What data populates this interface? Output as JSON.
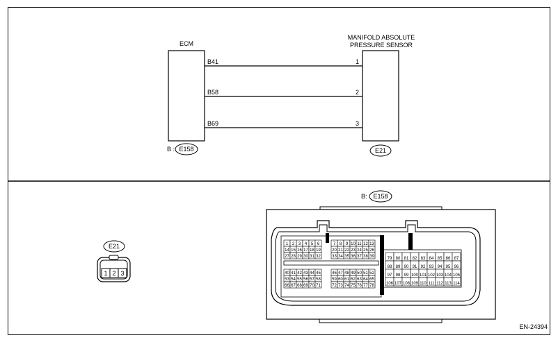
{
  "wiring": {
    "ecm_label": "ECM",
    "sensor_label_line1": "MANIFOLD ABSOLUTE",
    "sensor_label_line2": "PRESSURE SENSOR",
    "wires": [
      {
        "ecm_terminal": "B41",
        "sensor_pin": "1"
      },
      {
        "ecm_terminal": "B58",
        "sensor_pin": "2"
      },
      {
        "ecm_terminal": "B69",
        "sensor_pin": "3"
      }
    ],
    "ecm_connector_prefix": "B :",
    "ecm_connector_id": "E158",
    "sensor_connector_id": "E21"
  },
  "connectors": {
    "e21_title": "E21",
    "e21_pins": [
      "1",
      "2",
      "3"
    ],
    "e158_title_prefix": "B:",
    "e158_title_id": "E158",
    "e158_pins": {
      "top_left": [
        [
          "1",
          "2",
          "3",
          "4",
          "5",
          "6"
        ],
        [
          "14",
          "15",
          "16",
          "17",
          "18",
          "19"
        ],
        [
          "27",
          "28",
          "29",
          "30",
          "31",
          "32"
        ]
      ],
      "top_mid": [
        [
          "7",
          "8",
          "9",
          "10",
          "11",
          "12",
          "13"
        ],
        [
          "20",
          "21",
          "22",
          "23",
          "24",
          "25",
          "26"
        ],
        [
          "33",
          "34",
          "35",
          "36",
          "37",
          "38",
          "39"
        ]
      ],
      "bot_left": [
        [
          "40",
          "41",
          "42",
          "43",
          "44",
          "45"
        ],
        [
          "53",
          "54",
          "55",
          "56",
          "57",
          "58"
        ],
        [
          "66",
          "67",
          "68",
          "69",
          "70",
          "71"
        ]
      ],
      "bot_mid": [
        [
          "46",
          "47",
          "48",
          "49",
          "50",
          "51",
          "52"
        ],
        [
          "59",
          "60",
          "61",
          "62",
          "63",
          "64",
          "65"
        ],
        [
          "72",
          "73",
          "74",
          "75",
          "76",
          "77",
          "78"
        ]
      ],
      "right": [
        [
          "79",
          "80",
          "81",
          "82",
          "83",
          "84",
          "85",
          "86",
          "87"
        ],
        [
          "88",
          "89",
          "90",
          "91",
          "92",
          "93",
          "94",
          "95",
          "96"
        ],
        [
          "97",
          "98",
          "99",
          "100",
          "101",
          "102",
          "103",
          "104",
          "105"
        ],
        [
          "106",
          "107",
          "108",
          "109",
          "110",
          "111",
          "112",
          "113",
          "114"
        ]
      ]
    }
  },
  "figure_id": "EN-24394"
}
